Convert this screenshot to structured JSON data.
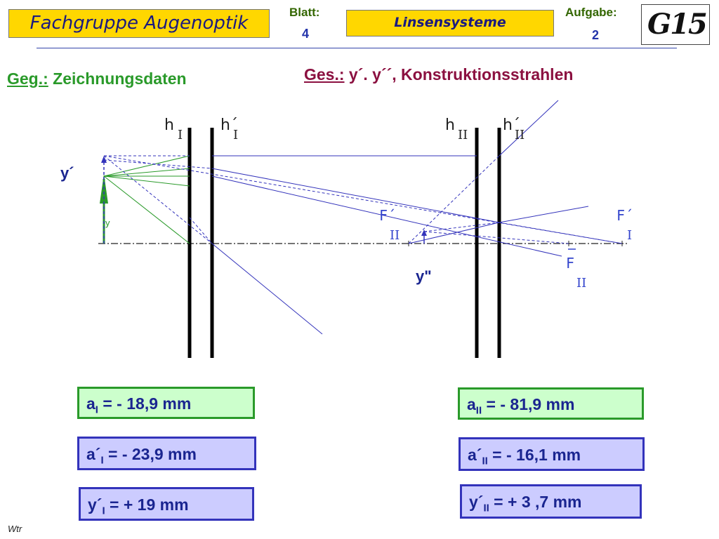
{
  "header": {
    "title": "Fachgruppe  Augenoptik",
    "blatt_label": "Blatt:",
    "blatt_value": "4",
    "topic": "Linsensysteme",
    "aufgabe_label": "Aufgabe:",
    "aufgabe_value": "2",
    "logo_text": "G15"
  },
  "given": {
    "prefix": "Geg.:",
    "text": " Zeichnungsdaten"
  },
  "sought": {
    "prefix": "Ges.:",
    "text": " y´. y´´,  Konstruktionsstrahlen"
  },
  "diagram_labels": {
    "hI": "h",
    "hI_sub": "I",
    "hIp": "h´",
    "hIp_sub": "I",
    "hII": "h",
    "hII_sub": "II",
    "hIIp": "h´",
    "hIIp_sub": "II",
    "y_prime": "y´",
    "y": "y",
    "y_dprime": "y\"",
    "F_prime_II": "F´",
    "F_prime_II_sub": "II",
    "F_prime_I": "F´",
    "F_prime_I_sub": "I",
    "F_II": "F",
    "F_II_sub": "II"
  },
  "values": {
    "aI": {
      "sym": "a",
      "sub": "I",
      "val": " = - 18,9  mm"
    },
    "aII": {
      "sym": "a",
      "sub": "II",
      "val": " = - 81,9 mm"
    },
    "apI": {
      "sym": "a´",
      "sub": "I",
      "val": " = - 23,9  mm"
    },
    "apII": {
      "sym": "a´",
      "sub": "II",
      "val": " = - 16,1  mm"
    },
    "ypI": {
      "sym": "y´",
      "sub": "I",
      "val": " = + 19 mm"
    },
    "ypII": {
      "sym": "y´",
      "sub": "II",
      "val": " = + 3 ,7 mm"
    }
  },
  "footer": "Wtr",
  "colors": {
    "green": "#2a9a2a",
    "blue": "#3333bb",
    "navy": "#1a2590",
    "maroon": "#8b1040",
    "gold": "#ffd700"
  }
}
